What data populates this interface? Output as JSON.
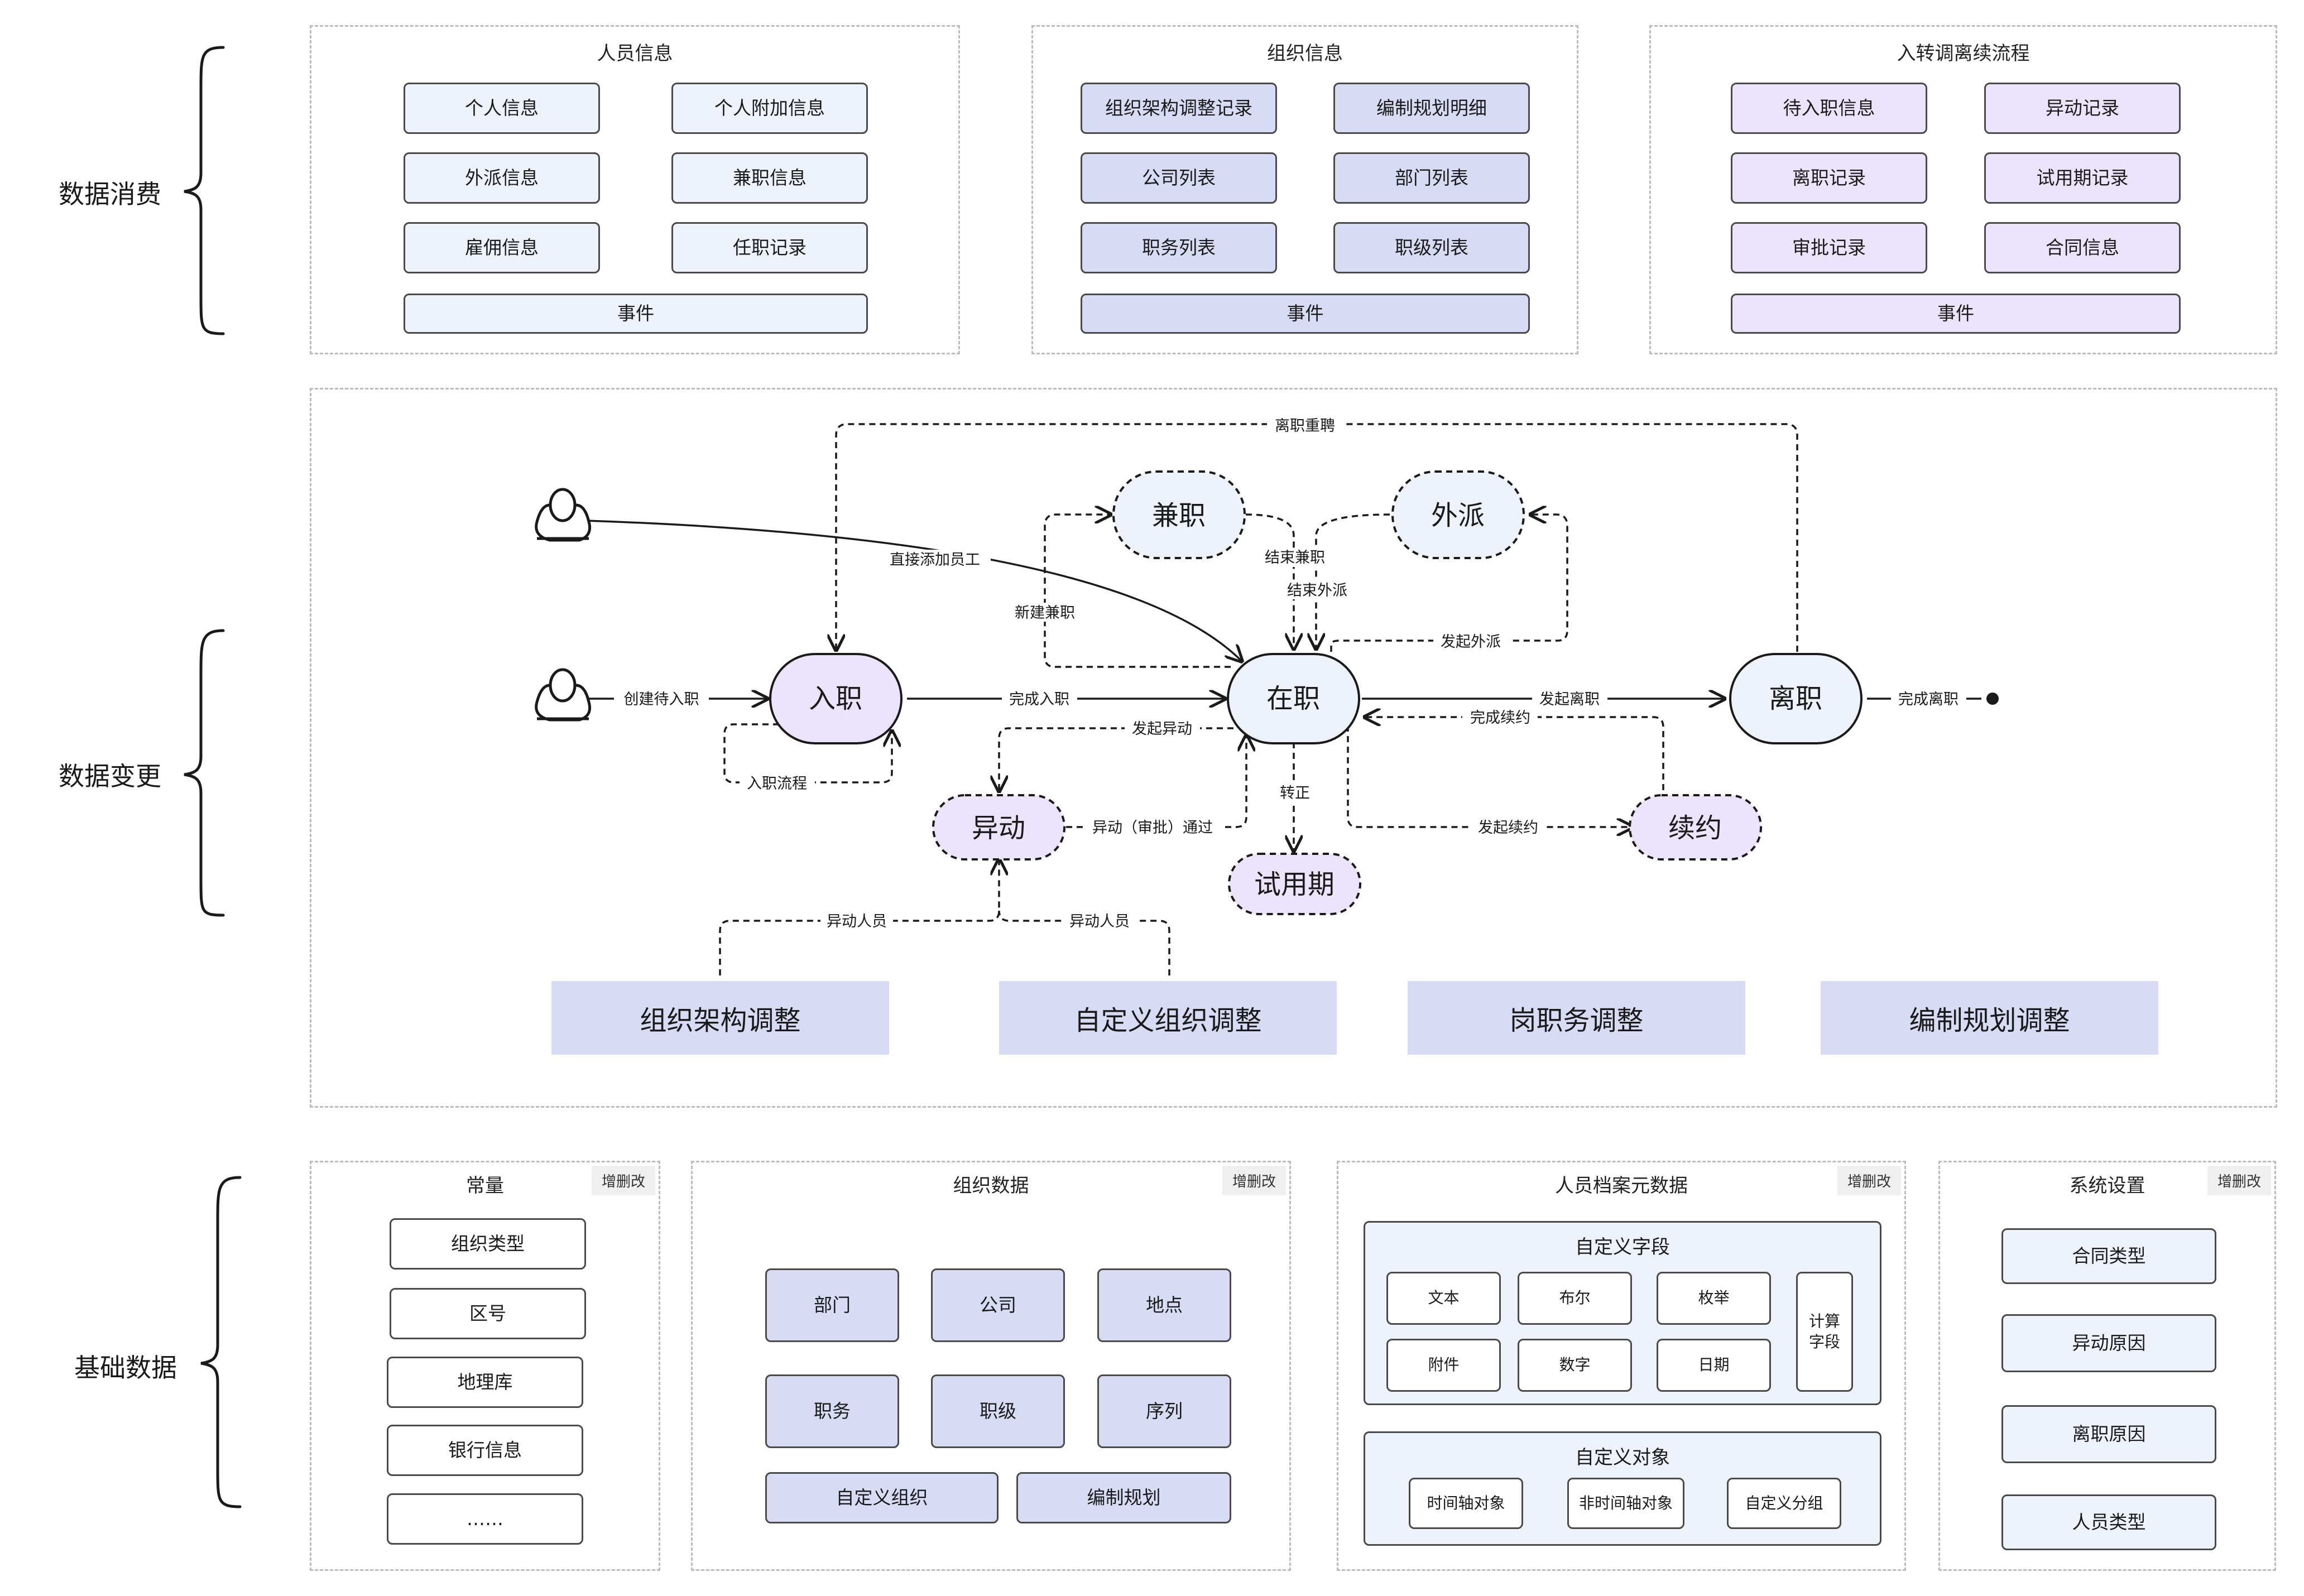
{
  "layers": {
    "consumption": "数据消费",
    "change": "数据变更",
    "base": "基础数据"
  },
  "consumption": {
    "personnel": {
      "title": "人员信息",
      "items": [
        "个人信息",
        "个人附加信息",
        "外派信息",
        "兼职信息",
        "雇佣信息",
        "任职记录"
      ],
      "event": "事件"
    },
    "org": {
      "title": "组织信息",
      "items": [
        "组织架构调整记录",
        "编制规划明细",
        "公司列表",
        "部门列表",
        "职务列表",
        "职级列表"
      ],
      "event": "事件"
    },
    "flow": {
      "title": "入转调离续流程",
      "items": [
        "待入职信息",
        "异动记录",
        "离职记录",
        "试用期记录",
        "审批记录",
        "合同信息"
      ],
      "event": "事件"
    }
  },
  "change": {
    "states": {
      "onboard": "入职",
      "active": "在职",
      "leave": "离职",
      "parttime": "兼职",
      "dispatch": "外派",
      "transfer": "异动",
      "renew": "续约",
      "probation": "试用期"
    },
    "edges": {
      "rehire": "离职重聘",
      "direct_add": "直接添加员工",
      "end_parttime": "结束兼职",
      "end_dispatch": "结束外派",
      "new_parttime": "新建兼职",
      "start_dispatch": "发起外派",
      "create_pending": "创建待入职",
      "complete_onboard": "完成入职",
      "start_leave": "发起离职",
      "complete_leave": "完成离职",
      "onboard_flow": "入职流程",
      "start_transfer": "发起异动",
      "complete_renew": "完成续约",
      "regularize": "转正",
      "transfer_approved": "异动（审批）通过",
      "start_renew": "发起续约",
      "transfer_person_left": "异动人员",
      "transfer_person_right": "异动人员"
    },
    "adjustments": [
      "组织架构调整",
      "自定义组织调整",
      "岗职务调整",
      "编制规划调整"
    ]
  },
  "base": {
    "constants": {
      "title": "常量",
      "tag": "增删改",
      "items": [
        "组织类型",
        "区号",
        "地理库",
        "银行信息",
        "……"
      ]
    },
    "orgdata": {
      "title": "组织数据",
      "tag": "增删改",
      "items": [
        "部门",
        "公司",
        "地点",
        "职务",
        "职级",
        "序列"
      ],
      "wide_items": [
        "自定义组织",
        "编制规划"
      ]
    },
    "meta": {
      "title": "人员档案元数据",
      "tag": "增删改",
      "custom_fields": {
        "title": "自定义字段",
        "items": [
          "文本",
          "布尔",
          "枚举",
          "附件",
          "数字",
          "日期"
        ],
        "calc": "计算\n字段"
      },
      "custom_objects": {
        "title": "自定义对象",
        "items": [
          "时间轴对象",
          "非时间轴对象",
          "自定义分组"
        ]
      }
    },
    "settings": {
      "title": "系统设置",
      "tag": "增删改",
      "items": [
        "合同类型",
        "异动原因",
        "离职原因",
        "人员类型"
      ]
    }
  }
}
